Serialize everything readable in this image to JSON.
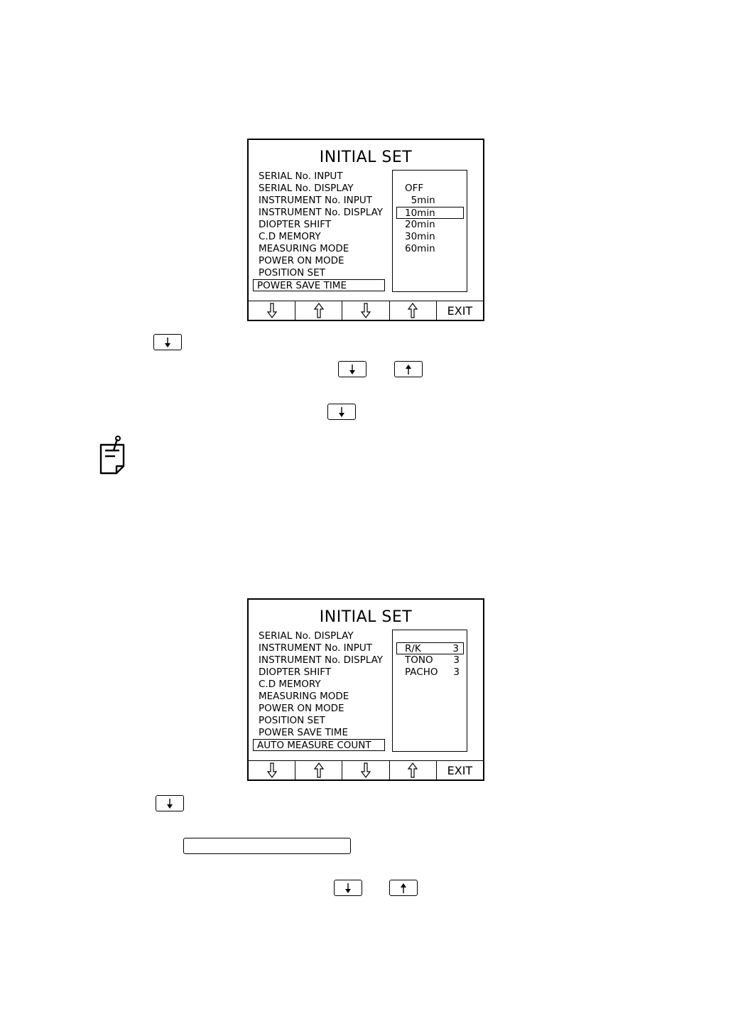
{
  "screen1": {
    "title": "INITIAL SET",
    "menu": [
      "SERIAL No. INPUT",
      "SERIAL No. DISPLAY",
      "INSTRUMENT No. INPUT",
      "INSTRUMENT No. DISPLAY",
      "DIOPTER SHIFT",
      "C.D MEMORY",
      "MEASURING MODE",
      "POWER ON MODE",
      "POSITION SET",
      "POWER SAVE TIME"
    ],
    "selected_menu": "POWER SAVE TIME",
    "options": [
      "OFF",
      "  5min",
      "10min",
      "20min",
      "30min",
      "60min"
    ],
    "selected_option": "10min",
    "exit_label": "EXIT"
  },
  "screen2": {
    "title": "INITIAL SET",
    "menu": [
      "SERIAL No. DISPLAY",
      "INSTRUMENT No. INPUT",
      "INSTRUMENT No. DISPLAY",
      "DIOPTER SHIFT",
      "C.D MEMORY",
      "MEASURING MODE",
      "POWER ON MODE",
      "POSITION SET",
      "POWER SAVE TIME",
      "AUTO MEASURE COUNT"
    ],
    "selected_menu": "AUTO MEASURE COUNT",
    "options": [
      {
        "label": "R/K",
        "value": "3"
      },
      {
        "label": "TONO",
        "value": "3"
      },
      {
        "label": "PACHO",
        "value": "3"
      }
    ],
    "selected_option": "R/K",
    "exit_label": "EXIT"
  },
  "icons": {
    "bar": [
      "down-outline-arrow-icon",
      "up-outline-arrow-icon",
      "down-outline-arrow-icon",
      "up-outline-arrow-icon"
    ],
    "keys": [
      "down-key-icon",
      "up-key-icon"
    ],
    "note": "memo-note-icon"
  }
}
